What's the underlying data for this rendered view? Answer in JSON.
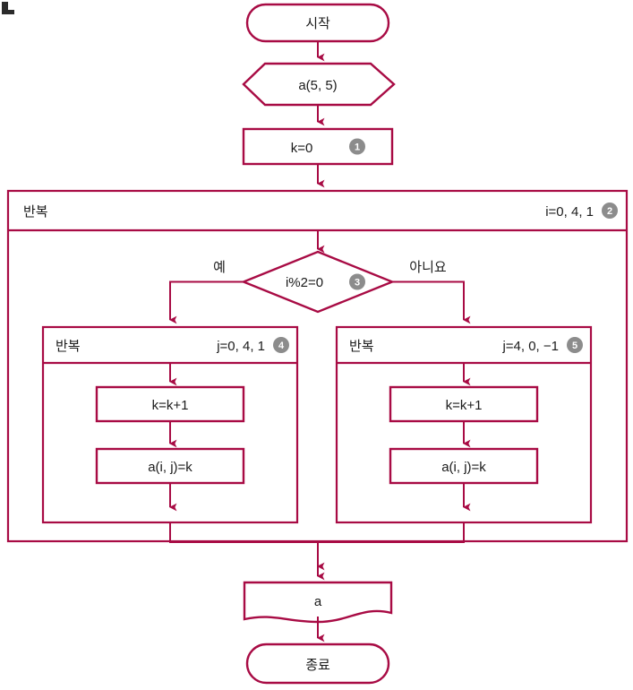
{
  "diagram": {
    "title": "flowchart",
    "accent_color": "#a80b44",
    "badge_color": "#8c8c8c",
    "text_color": "#1b1b1b"
  },
  "nodes": {
    "start": {
      "label": "시작",
      "shape": "terminator"
    },
    "input": {
      "label": "a(5, 5)",
      "shape": "hexagon"
    },
    "init": {
      "label": "k=0",
      "shape": "process",
      "badge": "1"
    },
    "outer_loop": {
      "label": "반복",
      "range": "i=0, 4, 1",
      "badge": "2",
      "shape": "loop"
    },
    "decision": {
      "label": "i%2=0",
      "badge": "3",
      "shape": "diamond",
      "yes_label": "예",
      "no_label": "아니요"
    },
    "left_loop": {
      "label": "반복",
      "range": "j=0, 4, 1",
      "badge": "4",
      "shape": "loop"
    },
    "left_proc1": {
      "label": "k=k+1",
      "shape": "process"
    },
    "left_proc2": {
      "label": "a(i, j)=k",
      "shape": "process"
    },
    "right_loop": {
      "label": "반복",
      "range": "j=4, 0, −1",
      "badge": "5",
      "shape": "loop"
    },
    "right_proc1": {
      "label": "k=k+1",
      "shape": "process"
    },
    "right_proc2": {
      "label": "a(i, j)=k",
      "shape": "process"
    },
    "output": {
      "label": "a",
      "shape": "document"
    },
    "end": {
      "label": "종료",
      "shape": "terminator"
    }
  }
}
